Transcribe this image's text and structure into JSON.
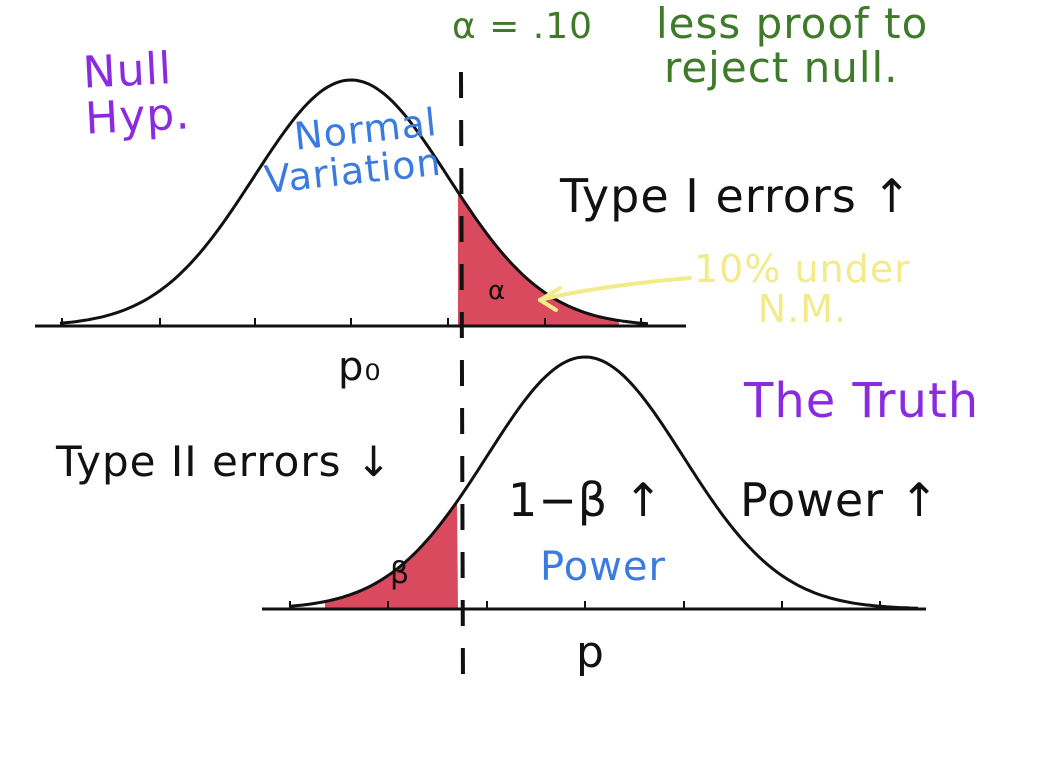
{
  "colors": {
    "ink": "#111111",
    "shade": "#d94a5e",
    "null_hyp": "#8a2be2",
    "truth": "#8a2be2",
    "normal_variation": "#3a7be0",
    "power_note": "#3a7be0",
    "less_proof": "#3f7a2a",
    "under_nm": "#f3ea8a"
  },
  "labels": {
    "null_hyp_line1": "Null",
    "null_hyp_line2": "Hyp.",
    "alpha_eq": "α = .10",
    "less_proof_line1": "less proof to",
    "less_proof_line2": "reject null.",
    "normal_variation_line1": "Normal",
    "normal_variation_line2": "Variation",
    "type1": "Type I errors ↑",
    "under_nm_line1": "10% under",
    "under_nm_line2": "N.M.",
    "alpha_symbol": "α",
    "p0": "p₀",
    "the_truth": "The Truth",
    "type2": "Type II errors ↓",
    "one_minus_beta": "1−β ↑",
    "power": "Power ↑",
    "power_note": "Power",
    "beta_symbol": "β",
    "p": "p"
  },
  "icons": [
    "up-arrow-icon",
    "down-arrow-icon",
    "pointer-arrow-icon"
  ]
}
